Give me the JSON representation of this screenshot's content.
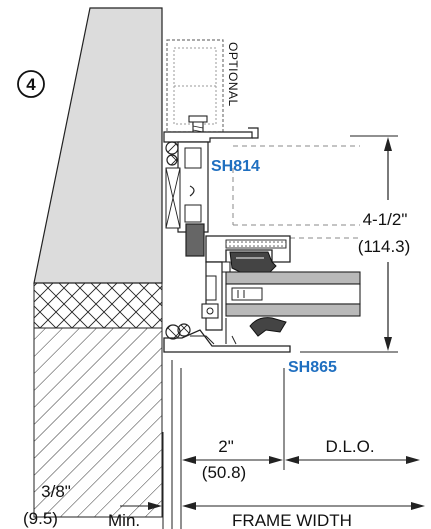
{
  "detail_number": "4",
  "labels": {
    "optional": "OPTIONAL",
    "sh814": "SH814",
    "sh865": "SH865",
    "height_in": "4-1/2\"",
    "height_mm": "(114.3)",
    "sightline_in": "2\"",
    "sightline_mm": "(50.8)",
    "dlo": "D.L.O.",
    "shim_in": "3/8\"",
    "shim_mm": "(9.5)",
    "shim_min": "Min.",
    "frame_width": "FRAME WIDTH"
  },
  "colors": {
    "accent_blue": "#1f6fc0",
    "wall_fill": "#dcdcdc",
    "glass_fill": "#b9b9b9",
    "dark_part": "#444444"
  }
}
